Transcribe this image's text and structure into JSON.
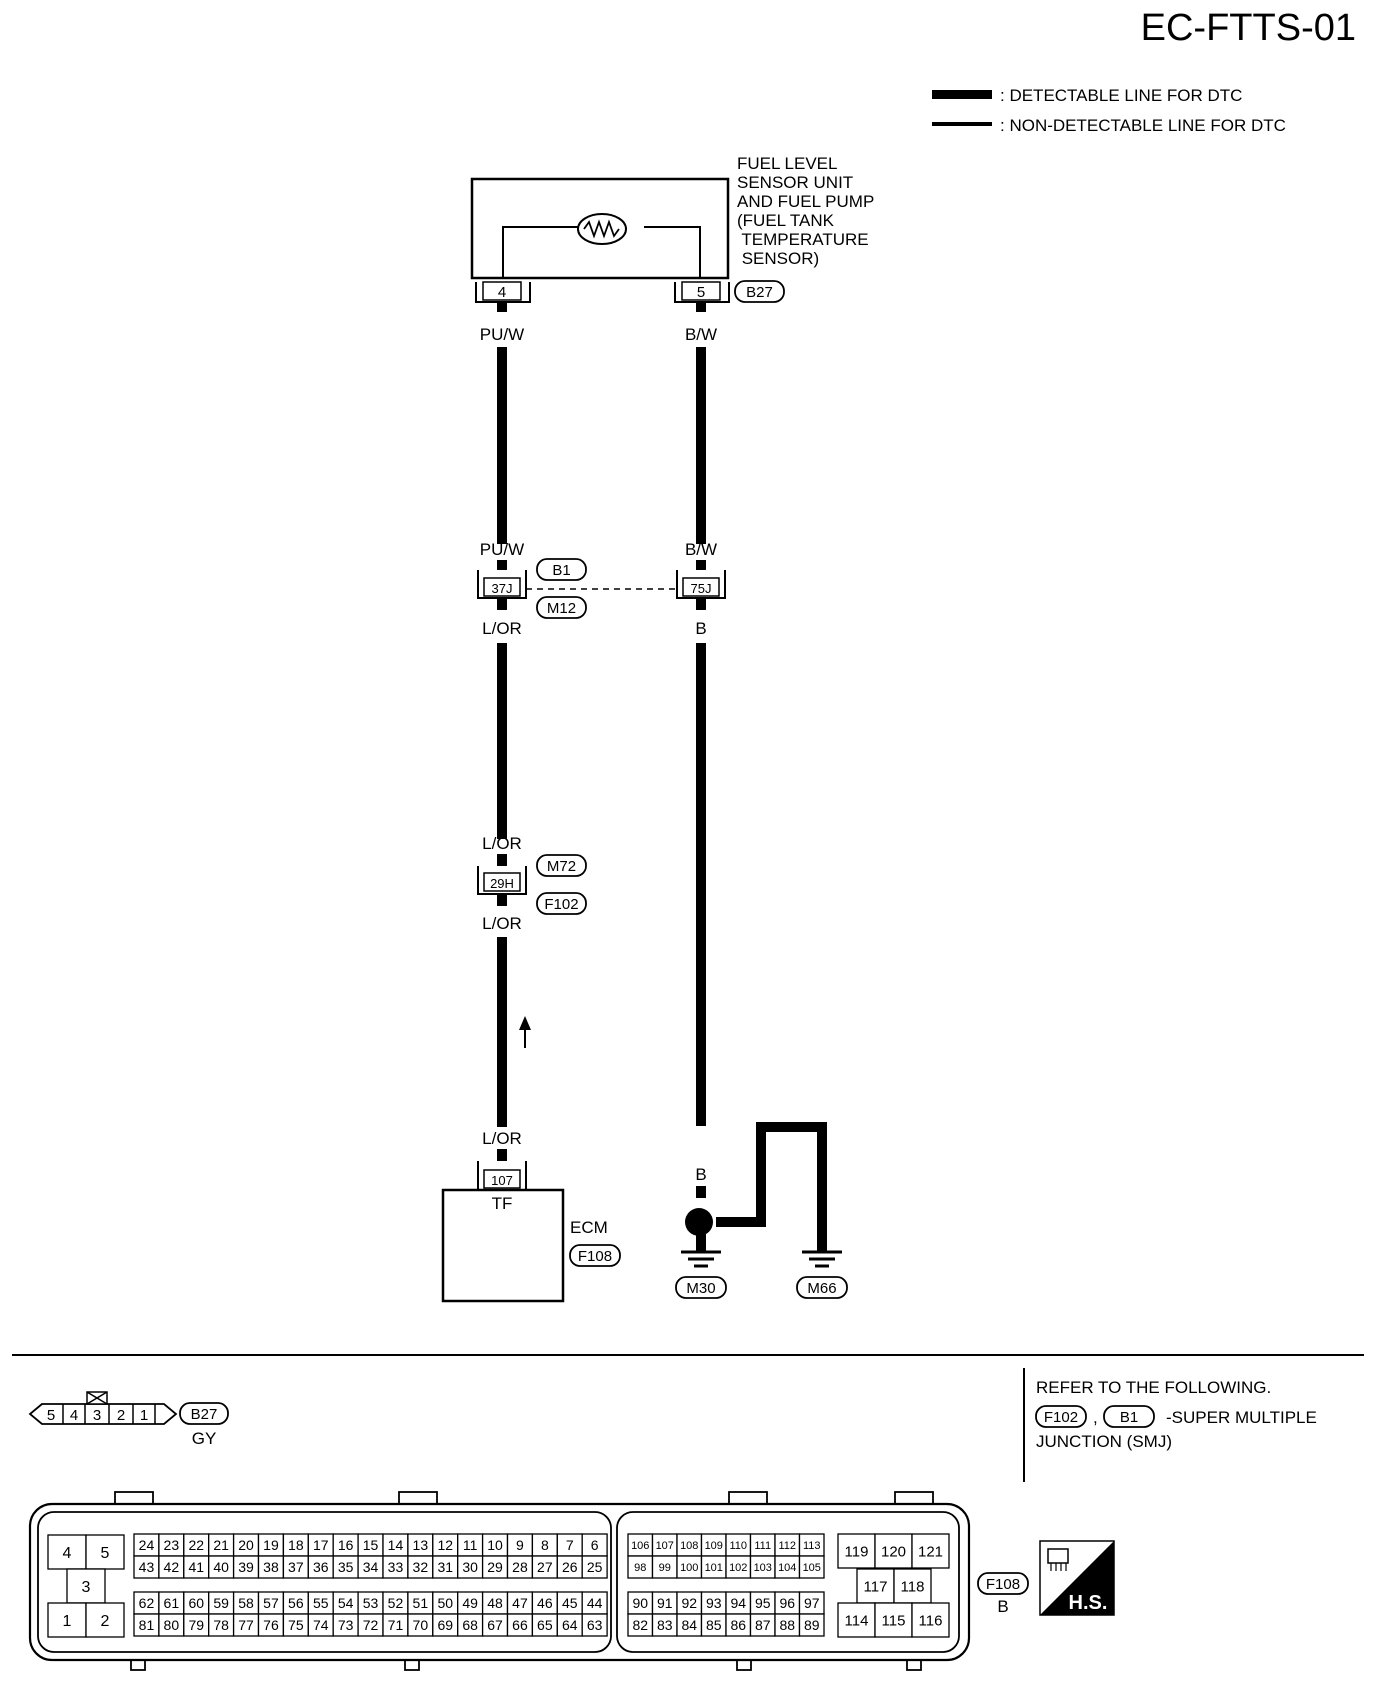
{
  "page_code": "EC-FTTS-01",
  "legend": {
    "detectable": ": DETECTABLE LINE FOR DTC",
    "non_detectable": ": NON-DETECTABLE LINE FOR DTC"
  },
  "sensor": {
    "lines": [
      "FUEL LEVEL",
      "SENSOR UNIT",
      "AND FUEL PUMP",
      "(FUEL TANK",
      " TEMPERATURE",
      " SENSOR)"
    ],
    "pin_left": "4",
    "pin_right": "5",
    "connector": "B27"
  },
  "wires": {
    "left_top": "PU/W",
    "right_top": "B/W",
    "left_mid_top": "PU/W",
    "right_mid_top": "B/W",
    "left_mid_bottom": "L/OR",
    "right_mid_bottom": "B",
    "left_lower_top": "L/OR",
    "left_lower_bottom": "L/OR",
    "left_bottom": "L/OR",
    "ground_1": "B",
    "ground_2": "B",
    "ground_3": "B"
  },
  "junction_1": {
    "pin_left": "37J",
    "pin_right": "75J",
    "conn_top": "B1",
    "conn_bottom": "M12"
  },
  "junction_2": {
    "pin": "29H",
    "conn_top": "M72",
    "conn_bottom": "F102"
  },
  "ecm": {
    "pin": "107",
    "terminal": "TF",
    "name": "ECM",
    "connector": "F108"
  },
  "grounds": {
    "g1": "M30",
    "g2": "M66"
  },
  "connector_b27": {
    "pins": [
      "5",
      "4",
      "3",
      "2",
      "1"
    ],
    "id": "B27",
    "color": "GY"
  },
  "refer": {
    "line1": "REFER TO THE FOLLOWING.",
    "conn_a": "F102",
    "comma": ",",
    "conn_b": "B1",
    "suffix": "-SUPER MULTIPLE",
    "line3": "JUNCTION (SMJ)"
  },
  "connector_f108": {
    "id": "F108",
    "color": "B",
    "power_pins": [
      "4",
      "5",
      "3",
      "1",
      "2"
    ],
    "row1": [
      "24",
      "23",
      "22",
      "21",
      "20",
      "19",
      "18",
      "17",
      "16",
      "15",
      "14",
      "13",
      "12",
      "11",
      "10",
      "9",
      "8",
      "7",
      "6"
    ],
    "row2": [
      "43",
      "42",
      "41",
      "40",
      "39",
      "38",
      "37",
      "36",
      "35",
      "34",
      "33",
      "32",
      "31",
      "30",
      "29",
      "28",
      "27",
      "26",
      "25"
    ],
    "row3": [
      "62",
      "61",
      "60",
      "59",
      "58",
      "57",
      "56",
      "55",
      "54",
      "53",
      "52",
      "51",
      "50",
      "49",
      "48",
      "47",
      "46",
      "45",
      "44"
    ],
    "row4": [
      "81",
      "80",
      "79",
      "78",
      "77",
      "76",
      "75",
      "74",
      "73",
      "72",
      "71",
      "70",
      "69",
      "68",
      "67",
      "66",
      "65",
      "64",
      "63"
    ],
    "row5": [
      "106",
      "107",
      "108",
      "109",
      "110",
      "111",
      "112",
      "113"
    ],
    "row6": [
      "98",
      "99",
      "100",
      "101",
      "102",
      "103",
      "104",
      "105"
    ],
    "row7": [
      "90",
      "91",
      "92",
      "93",
      "94",
      "95",
      "96",
      "97"
    ],
    "row8": [
      "82",
      "83",
      "84",
      "85",
      "86",
      "87",
      "88",
      "89"
    ],
    "row9": [
      "119",
      "120",
      "121"
    ],
    "row10": [
      "117",
      "118"
    ],
    "row11": [
      "114",
      "115",
      "116"
    ]
  },
  "hs_badge": "H.S."
}
